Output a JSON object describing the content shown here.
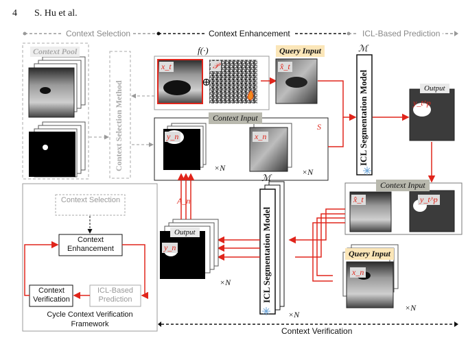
{
  "page": {
    "number": "4",
    "authors": "S. Hu et al."
  },
  "stages": {
    "context_selection": "Context Selection",
    "context_enhancement": "Context Enhancement",
    "icl_prediction": "ICL-Based Prediction",
    "context_verification": "Context Verification"
  },
  "context_pool": {
    "title": "Context Pool"
  },
  "selection_method": "Context Selection Method",
  "enhancement": {
    "func": "f(·)",
    "query_var": "x_t",
    "perturb_var": "𝒫",
    "oplus": "⊕",
    "flame_icon": "fire-icon"
  },
  "query_input": {
    "label": "Query Input",
    "var": "x̂_t"
  },
  "context_input": {
    "label": "Context Input",
    "set_label": "S",
    "mask_var": "y_n",
    "image_var": "x_n",
    "times_n": "×N"
  },
  "model": {
    "symbol": "ℳ",
    "name": "ICL Segmentation Model",
    "snow_icon": "snowflake-icon"
  },
  "output": {
    "label": "Output",
    "var": "y_t^p"
  },
  "verify": {
    "context_input": "Context Input",
    "query_input": "Query Input",
    "query_var_hat": "x̂_t",
    "pred_var": "y_t^p",
    "query_var_n": "x_n",
    "output": "Output",
    "output_var": "y_n",
    "A_n": "A_n",
    "times_n": "×N"
  },
  "framework": {
    "title": "Cycle Context Verification Framework",
    "nodes": {
      "selection": "Context Selection",
      "enhancement": "Context Enhancement",
      "verification": "Context Verification",
      "prediction": "ICL-Based Prediction"
    }
  }
}
